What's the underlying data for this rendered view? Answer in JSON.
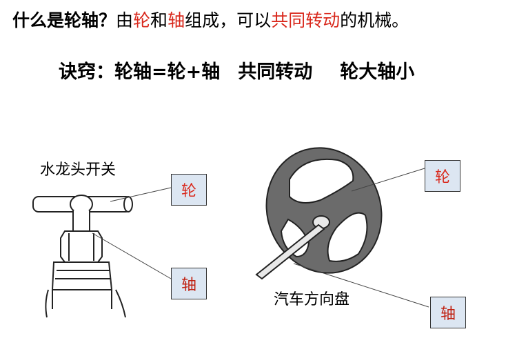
{
  "title": {
    "prefix": "什么是轮轴？",
    "part1": "由",
    "wheel": "轮",
    "part2": "和",
    "axle": "轴",
    "part3": "组成，可以",
    "rotate": "共同转动",
    "part4": "的机械。"
  },
  "mnemonic": {
    "label": "诀窍：",
    "formula": "轮轴=轮+轴",
    "phrase1": "共同转动",
    "phrase2": "轮大轴小"
  },
  "faucet": {
    "caption": "水龙头开关",
    "wheel_tag": "轮",
    "axle_tag": "轴"
  },
  "steering": {
    "caption": "汽车方向盘",
    "wheel_tag": "轮",
    "axle_tag": "轴"
  },
  "colors": {
    "accent_red": "#d9281c",
    "tag_bg": "#dce6f2"
  }
}
